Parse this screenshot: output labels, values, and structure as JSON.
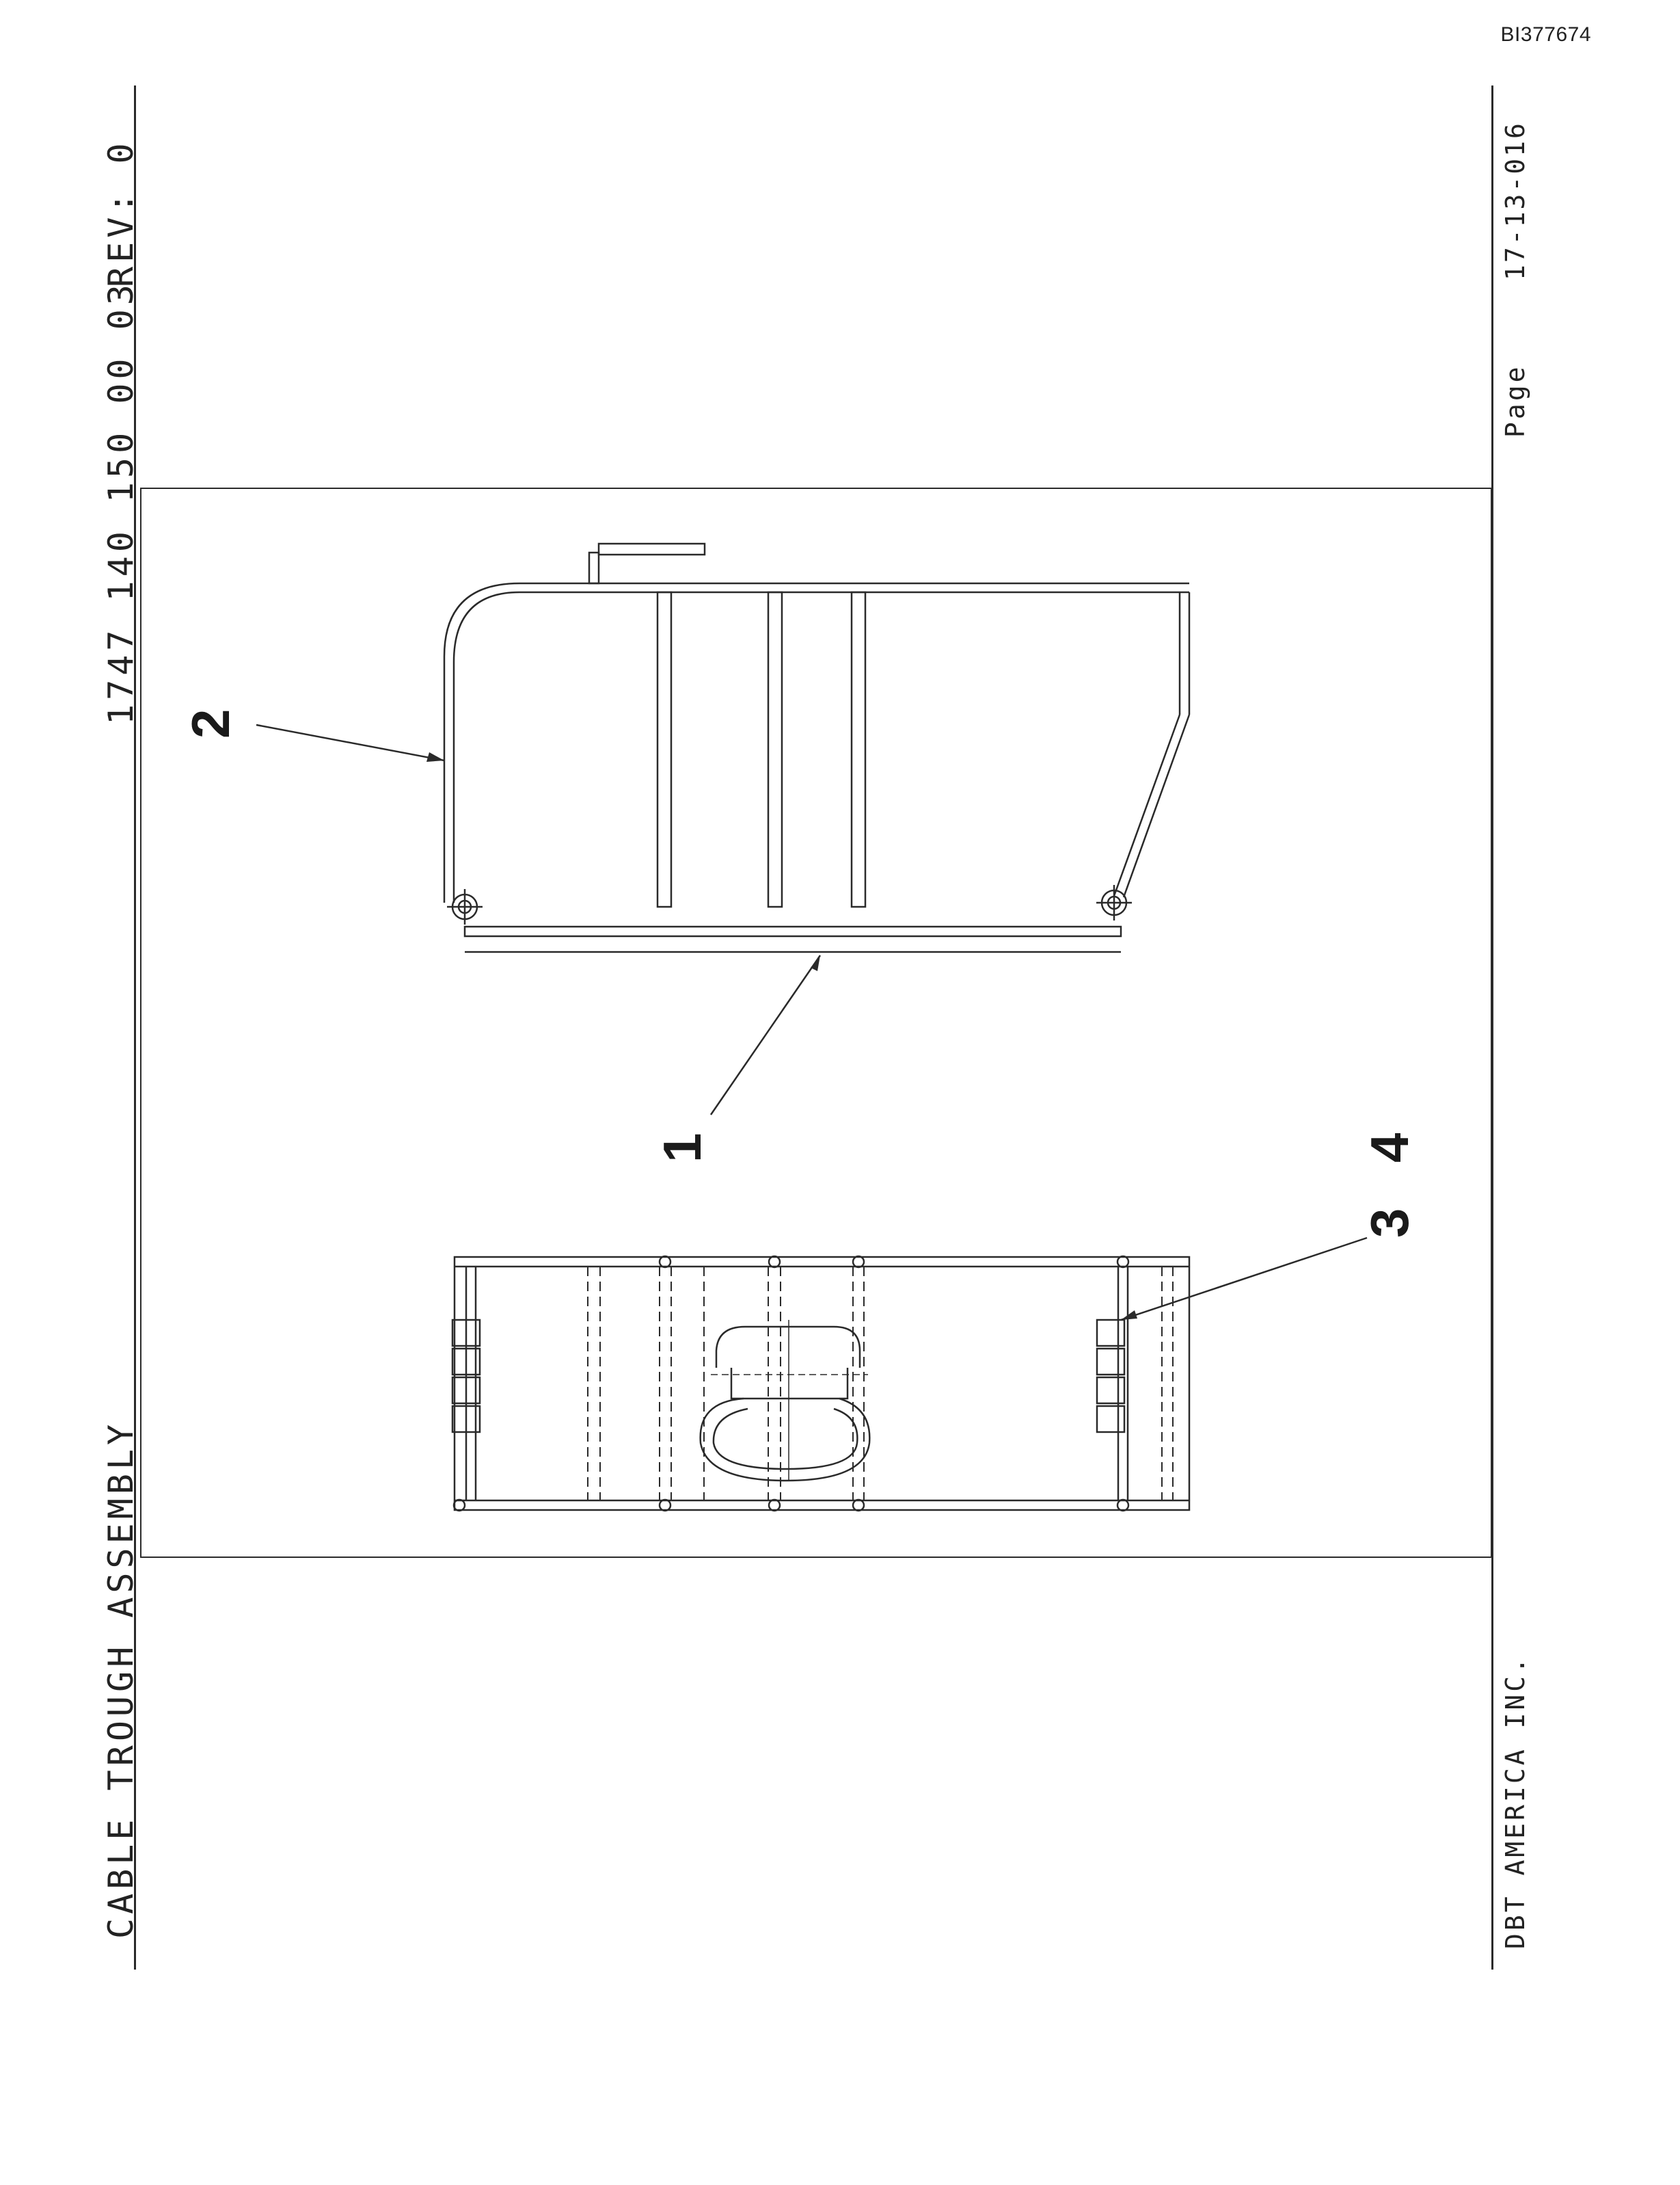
{
  "doc_id": "BI377674",
  "header": {
    "part_number": "1747 140 150 00 03",
    "revision": "REV: 0",
    "title": "CABLE TROUGH ASSEMBLY"
  },
  "footer": {
    "page_label": "Page",
    "page_number": "17-13-016",
    "company": "DBT AMERICA INC."
  },
  "callouts": {
    "c1": "1",
    "c2": "2",
    "c3": "3",
    "c4": "4"
  }
}
